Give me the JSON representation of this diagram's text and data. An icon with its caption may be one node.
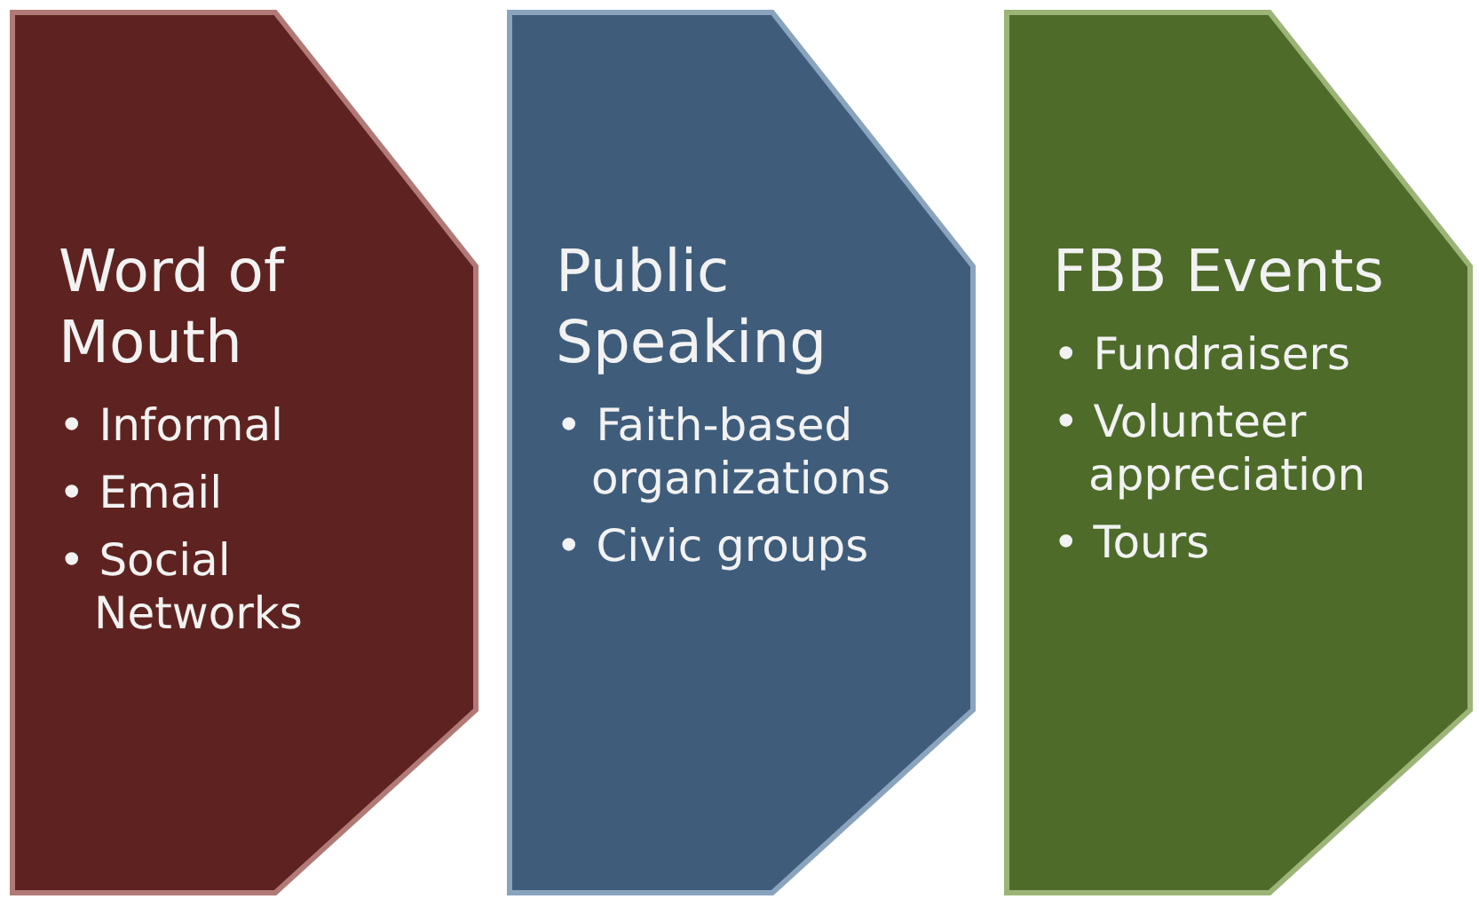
{
  "diagram": {
    "nodes": [
      {
        "text": [
          "Word of Mouth",
          "• Informal",
          "• Email",
          "• Social Networks"
        ]
      },
      {
        "text": [
          "Public Speaking",
          "• Faith-based organizations",
          "• Civic groups"
        ]
      },
      {
        "text": [
          "FBB Events",
          "• Fundraisers",
          "• Volunteer appreciation",
          "• Tours"
        ]
      }
    ],
    "edges": []
  }
}
